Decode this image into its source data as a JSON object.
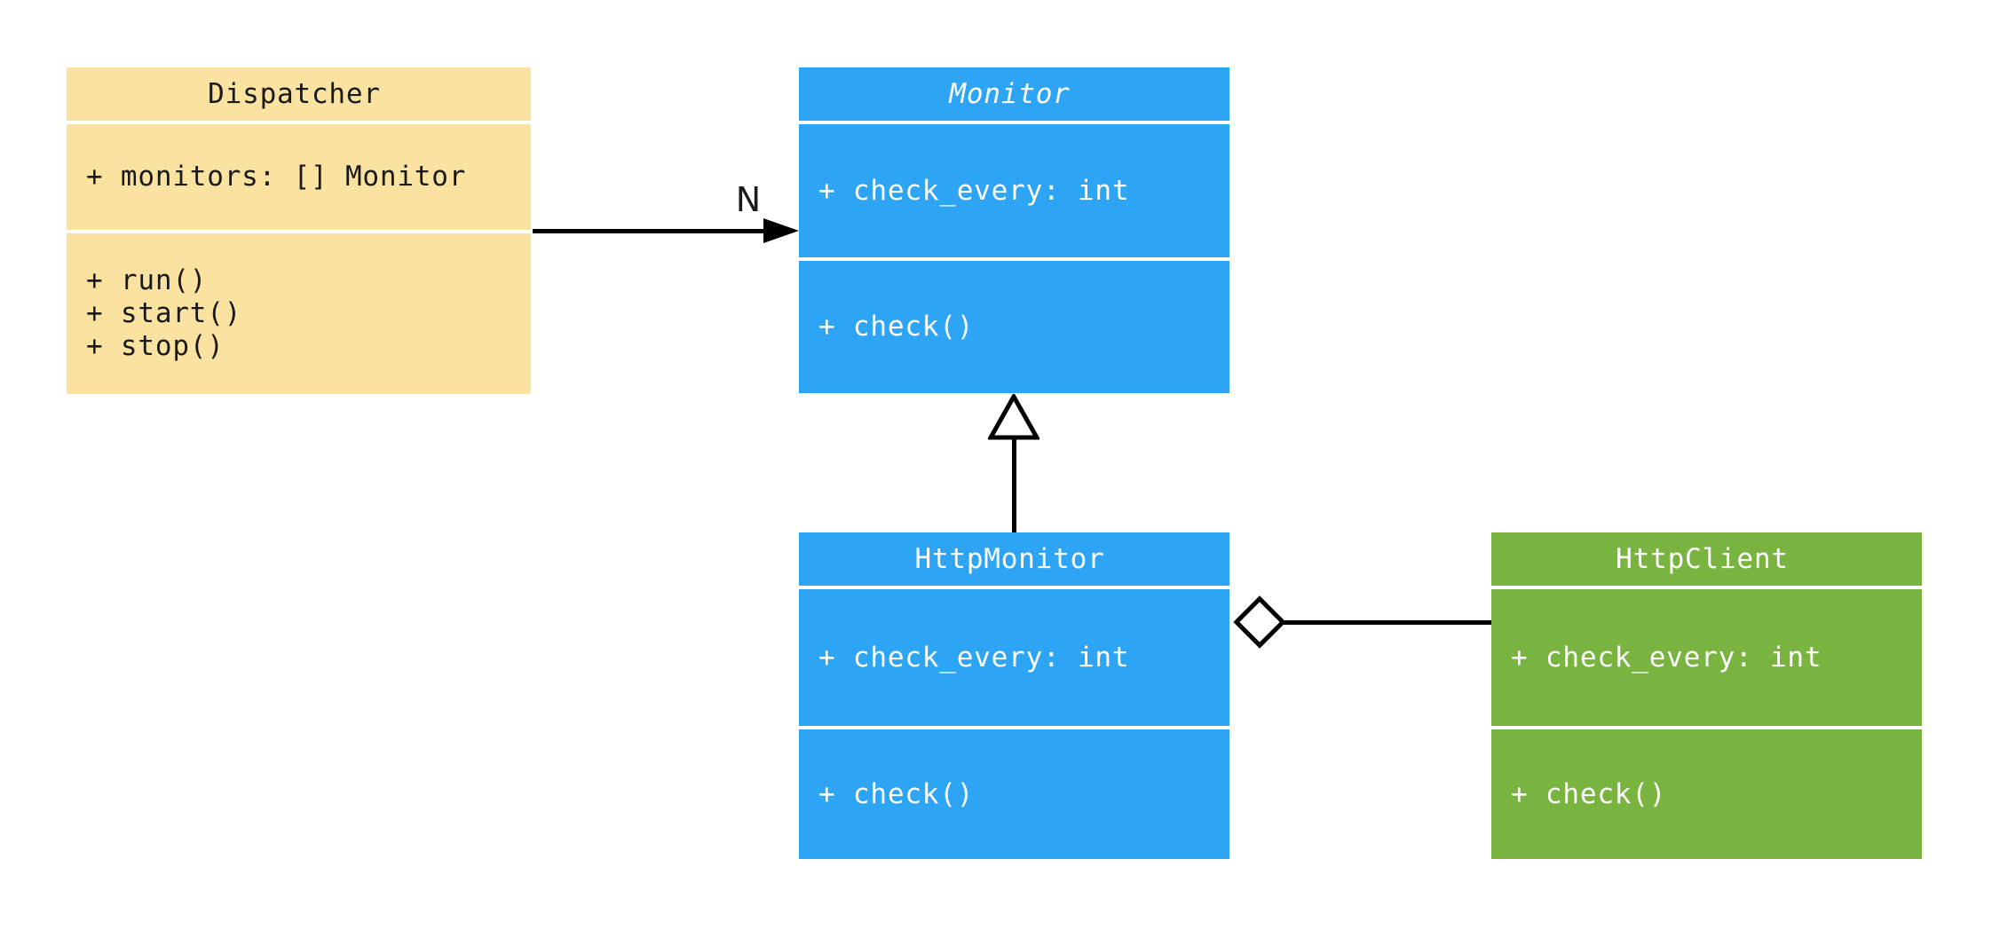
{
  "colors": {
    "canvas-bg": "#ffffff",
    "dispatcher-fill": "#fae3a0",
    "dispatcher-text": "#1a1a1a",
    "monitor-fill": "#2ea4f4",
    "monitor-text": "#ffffff",
    "client-fill": "#78b43f",
    "client-text": "#ffffff",
    "line-color": "#000000"
  },
  "classes": {
    "dispatcher": {
      "name": "Dispatcher",
      "attributes": [
        "+ monitors: [] Monitor"
      ],
      "methods": [
        "+ run()",
        "+ start()",
        "+ stop()"
      ]
    },
    "monitor": {
      "name": "Monitor",
      "is_abstract": true,
      "attributes": [
        "+ check_every: int"
      ],
      "methods": [
        "+ check()"
      ]
    },
    "http_monitor": {
      "name": "HttpMonitor",
      "attributes": [
        "+ check_every: int"
      ],
      "methods": [
        "+ check()"
      ]
    },
    "http_client": {
      "name": "HttpClient",
      "attributes": [
        "+ check_every: int"
      ],
      "methods": [
        "+ check()"
      ]
    }
  },
  "relations": {
    "dispatcher_monitor": {
      "type": "directed-association",
      "from": "Dispatcher",
      "to": "Monitor",
      "label": "N"
    },
    "http_monitor_monitor": {
      "type": "inheritance",
      "from": "HttpMonitor",
      "to": "Monitor"
    },
    "http_monitor_http_client": {
      "type": "aggregation",
      "from": "HttpMonitor",
      "to": "HttpClient"
    }
  }
}
